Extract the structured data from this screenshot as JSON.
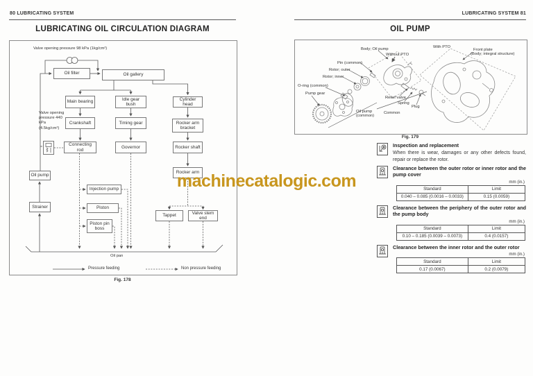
{
  "watermark": {
    "text": "machinecatalogic.com",
    "color": "#c8961e"
  },
  "left_page": {
    "header": "80  LUBRICATING SYSTEM",
    "title": "LUBRICATING OIL CIRCULATION DIAGRAM",
    "fig_caption": "Fig. 178",
    "diagram": {
      "annotations": {
        "valve98": "Valve opening pressure 98 kPa (1kg/cm²)",
        "valve440": "Valve opening pressure 440 kPa (4.5kg/cm²)",
        "oil_pan": "Oil pan",
        "legend_pressure": "Pressure feeding",
        "legend_non_pressure": "Non pressure feeding"
      },
      "boxes": {
        "oil_filter": "Oil filter",
        "oil_gallery": "Oil gallery",
        "main_bearing": "Main bearing",
        "idle_gear_bush": "Idle gear bush",
        "crankshaft": "Crankshaft",
        "timing_gear": "Timing gear",
        "connecting_rod": "Connecting rod",
        "governor": "Governor",
        "oil_pump": "Oil pump",
        "strainer": "Strainer",
        "injection_pump": "Injection pump",
        "piston": "Piston",
        "piston_pin_boss": "Piston pin boss",
        "cylinder_head": "Cylinder head",
        "rocker_arm_bracket": "Rocker arm bracket",
        "rocker_shaft": "Rocker shaft",
        "rocker_arm": "Rocker arm",
        "tappet": "Tappet",
        "valve_stem_end": "Valve stem end"
      }
    }
  },
  "right_page": {
    "header": "LUBRICATING SYSTEM  81",
    "title": "OIL PUMP",
    "fig_caption": "Fig. 179",
    "diagram_labels": {
      "body_oil_pump": "Body; Oil pump",
      "without_pto": "Without PTO",
      "pin_common": "Pin (common)",
      "rotor_outer": "Rotor; outer",
      "rotor_inner": "Rotor; inner",
      "o_ring_common": "O-ring (common)",
      "pump_gear": "Pump gear",
      "with_pto": "With PTO",
      "front_plate_1": "Front plate",
      "front_plate_2": "(Body; integral structure)",
      "relief_valve": "Relief valve",
      "spring": "Spring",
      "plug": "Plug",
      "oil_pump_common_1": "Oil pump",
      "oil_pump_common_2": "(common)",
      "common": "Common"
    },
    "sections": [
      {
        "heading": "Inspection and replacement",
        "body": "When there is wear, damages or any other defects found, repair or replace the rotor."
      },
      {
        "heading": "Clearance between the outer rotor or inner rotor and the pump cover",
        "unit": "mm (in.)",
        "table": {
          "headers": [
            "Standard",
            "Limit"
          ],
          "rows": [
            [
              "0.040 – 0.085 (0.0016 – 0.0033)",
              "0.15 (0.0059)"
            ]
          ]
        }
      },
      {
        "heading": "Clearance between the periphery of the outer rotor and the pump body",
        "unit": "mm (in.)",
        "table": {
          "headers": [
            "Standard",
            "Limit"
          ],
          "rows": [
            [
              "0.10 – 0.185 (0.0039 – 0.0073)",
              "0.4 (0.0157)"
            ]
          ]
        }
      },
      {
        "heading": "Clearance between the inner rotor and the outer rotor",
        "unit": "mm (in.)",
        "table": {
          "headers": [
            "Standard",
            "Limit"
          ],
          "rows": [
            [
              "0.17 (0.0067)",
              "0.2 (0.0079)"
            ]
          ]
        }
      }
    ]
  }
}
